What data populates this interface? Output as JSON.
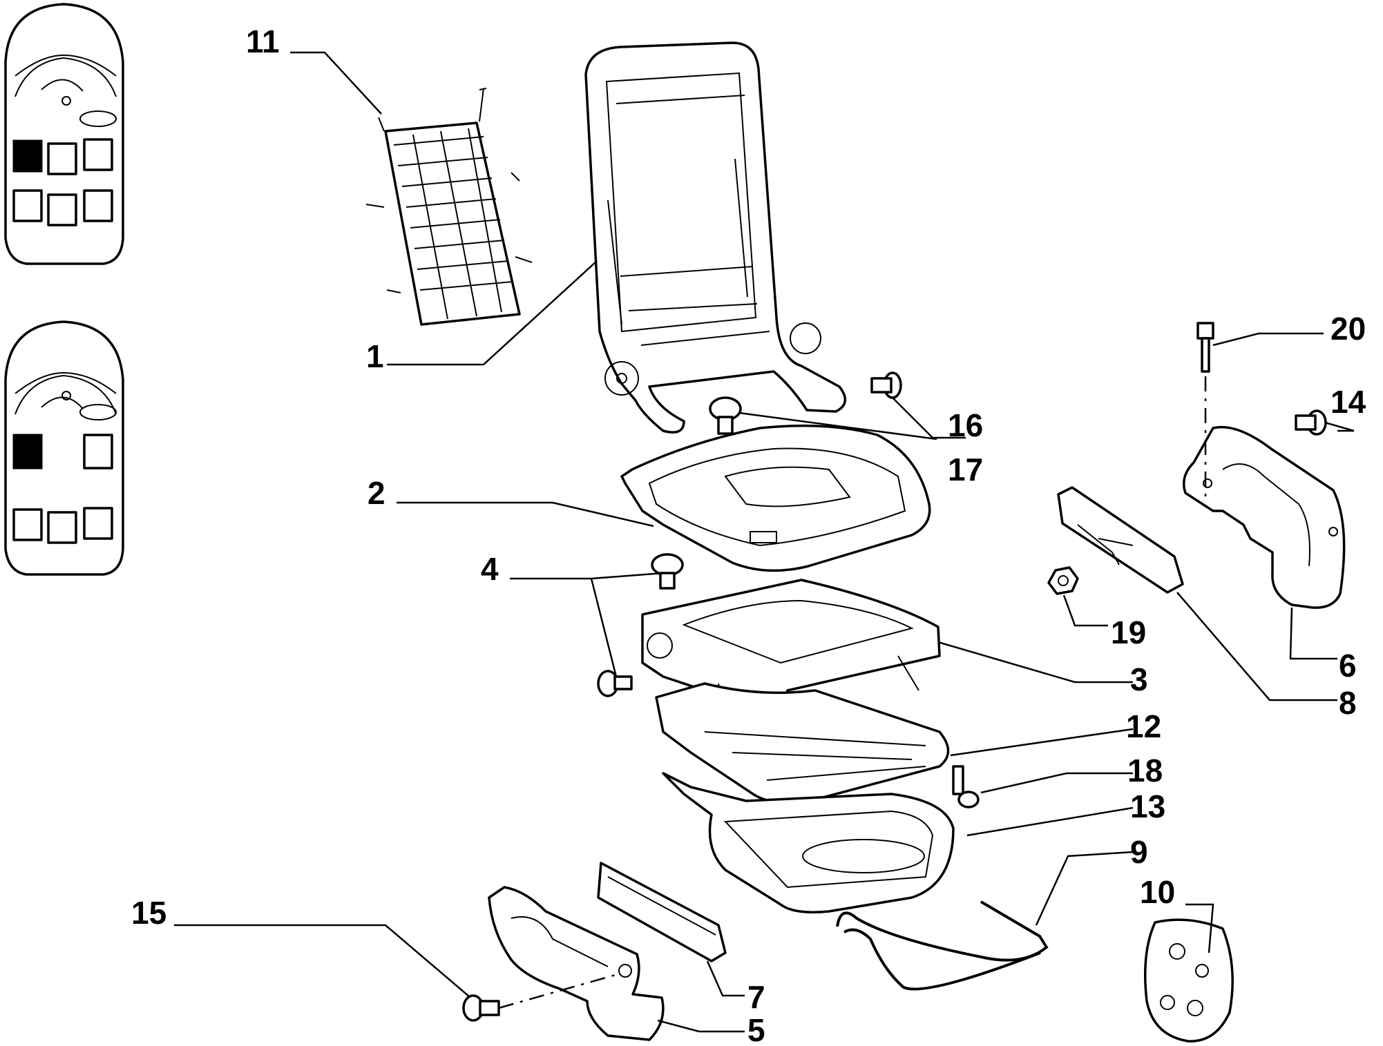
{
  "part_labels": [
    "11",
    "1",
    "2",
    "4",
    "3",
    "12",
    "18",
    "13",
    "9",
    "10",
    "15",
    "7",
    "5",
    "16",
    "17",
    "20",
    "14",
    "19",
    "6",
    "8"
  ]
}
